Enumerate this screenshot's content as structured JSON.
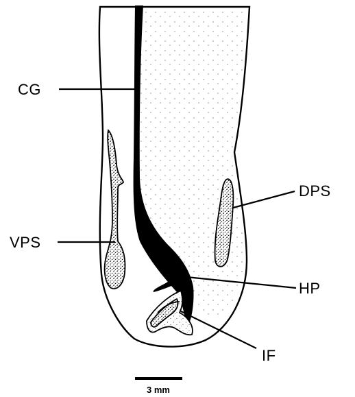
{
  "labels": {
    "cg": "CG",
    "dps": "DPS",
    "vps": "VPS",
    "hp": "HP",
    "if": "IF"
  },
  "scale_bar": {
    "text": "3 mm"
  }
}
